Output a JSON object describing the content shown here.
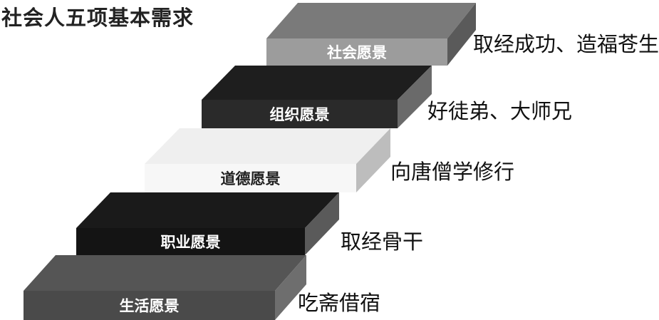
{
  "title": "社会人五项基本需求",
  "steps": [
    {
      "label": "社会愿景",
      "note": "取经成功、造福苍生",
      "top_color": "#7a7a7a",
      "front_color": "#9c9c9c",
      "side_color": "#5a5a5a",
      "label_color": "#ffffff"
    },
    {
      "label": "组织愿景",
      "note": "好徒弟、大师兄",
      "top_color": "#1e1e1e",
      "front_color": "#2a2a2a",
      "side_color": "#6a6a6a",
      "label_color": "#ffffff"
    },
    {
      "label": "道德愿景",
      "note": "向唐僧学修行",
      "top_color": "#efefef",
      "front_color": "#f7f7f7",
      "side_color": "#bdbdbd",
      "label_color": "#222222"
    },
    {
      "label": "职业愿景",
      "note": "取经骨干",
      "top_color": "#1a1a1a",
      "front_color": "#141414",
      "side_color": "#5a5a5a",
      "label_color": "#ffffff"
    },
    {
      "label": "生活愿景",
      "note": "吃斋借宿",
      "top_color": "#555555",
      "front_color": "#4a4a4a",
      "side_color": "#6e6e6e",
      "label_color": "#ffffff"
    }
  ]
}
